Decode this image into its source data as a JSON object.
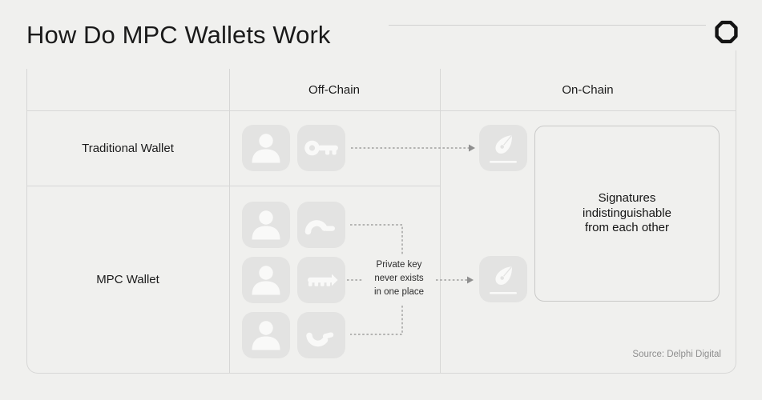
{
  "header": {
    "title": "How Do MPC Wallets Work",
    "logo_name": "delphi-digital-logo"
  },
  "table": {
    "col_headers": [
      "Off-Chain",
      "On-Chain"
    ],
    "row_headers": [
      "Traditional Wallet",
      "MPC Wallet"
    ]
  },
  "icons": {
    "traditional_offchain": [
      "user",
      "key"
    ],
    "mpc_offchain": [
      "user",
      "key-fragment-top",
      "user",
      "key-fragment-middle",
      "user",
      "key-fragment-bottom"
    ],
    "onchain": [
      "signature-pen",
      "signature-pen"
    ]
  },
  "notes": {
    "private_key": {
      "line1": "Private key",
      "line2": "never exists",
      "line3": "in one place"
    },
    "signatures": {
      "line1": "Signatures",
      "line2": "indistinguishable",
      "line3": "from each other"
    }
  },
  "footer": {
    "source": "Source: Delphi Digital"
  },
  "colors": {
    "background": "#f0f0ee",
    "tile": "#e3e3e2",
    "glyph": "#f9f9f8",
    "grid_line": "#d7d7d6",
    "dashed_line": "#8f8f8f",
    "box_border": "#c9c9c8",
    "text": "#1a1a1a",
    "muted_text": "#8e8e8e",
    "logo": "#141414"
  }
}
